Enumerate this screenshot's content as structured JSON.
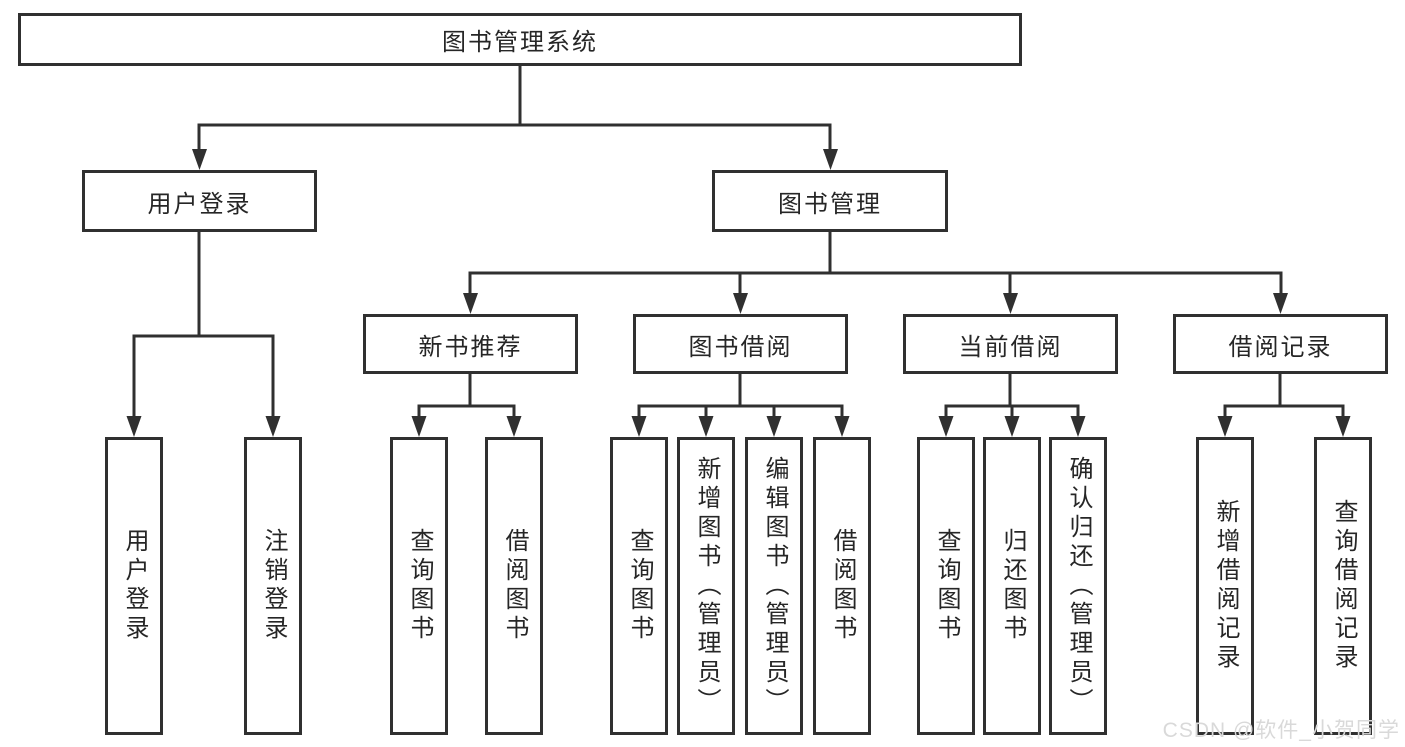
{
  "diagram": {
    "root": {
      "label": "图书管理系统"
    },
    "branches": [
      {
        "label": "用户登录"
      },
      {
        "label": "图书管理"
      }
    ],
    "modules": [
      {
        "label": "新书推荐"
      },
      {
        "label": "图书借阅"
      },
      {
        "label": "当前借阅"
      },
      {
        "label": "借阅记录"
      }
    ],
    "leaves": [
      {
        "label": "用户登录",
        "parent": "用户登录"
      },
      {
        "label": "注销登录",
        "parent": "用户登录"
      },
      {
        "label": "查询图书",
        "parent": "新书推荐"
      },
      {
        "label": "借阅图书",
        "parent": "新书推荐"
      },
      {
        "label": "查询图书",
        "parent": "图书借阅"
      },
      {
        "label": "新增图书（管理员）",
        "parent": "图书借阅"
      },
      {
        "label": "编辑图书（管理员）",
        "parent": "图书借阅"
      },
      {
        "label": "借阅图书",
        "parent": "图书借阅"
      },
      {
        "label": "查询图书",
        "parent": "当前借阅"
      },
      {
        "label": "归还图书",
        "parent": "当前借阅"
      },
      {
        "label": "确认归还（管理员）",
        "parent": "当前借阅"
      },
      {
        "label": "新增借阅记录",
        "parent": "借阅记录"
      },
      {
        "label": "查询借阅记录",
        "parent": "借阅记录"
      }
    ]
  },
  "watermark": {
    "text": "CSDN @软件_小贺同学"
  },
  "colors": {
    "line": "#303030",
    "text": "#262626",
    "background": "#ffffff",
    "watermark": "#d9d9d9"
  }
}
